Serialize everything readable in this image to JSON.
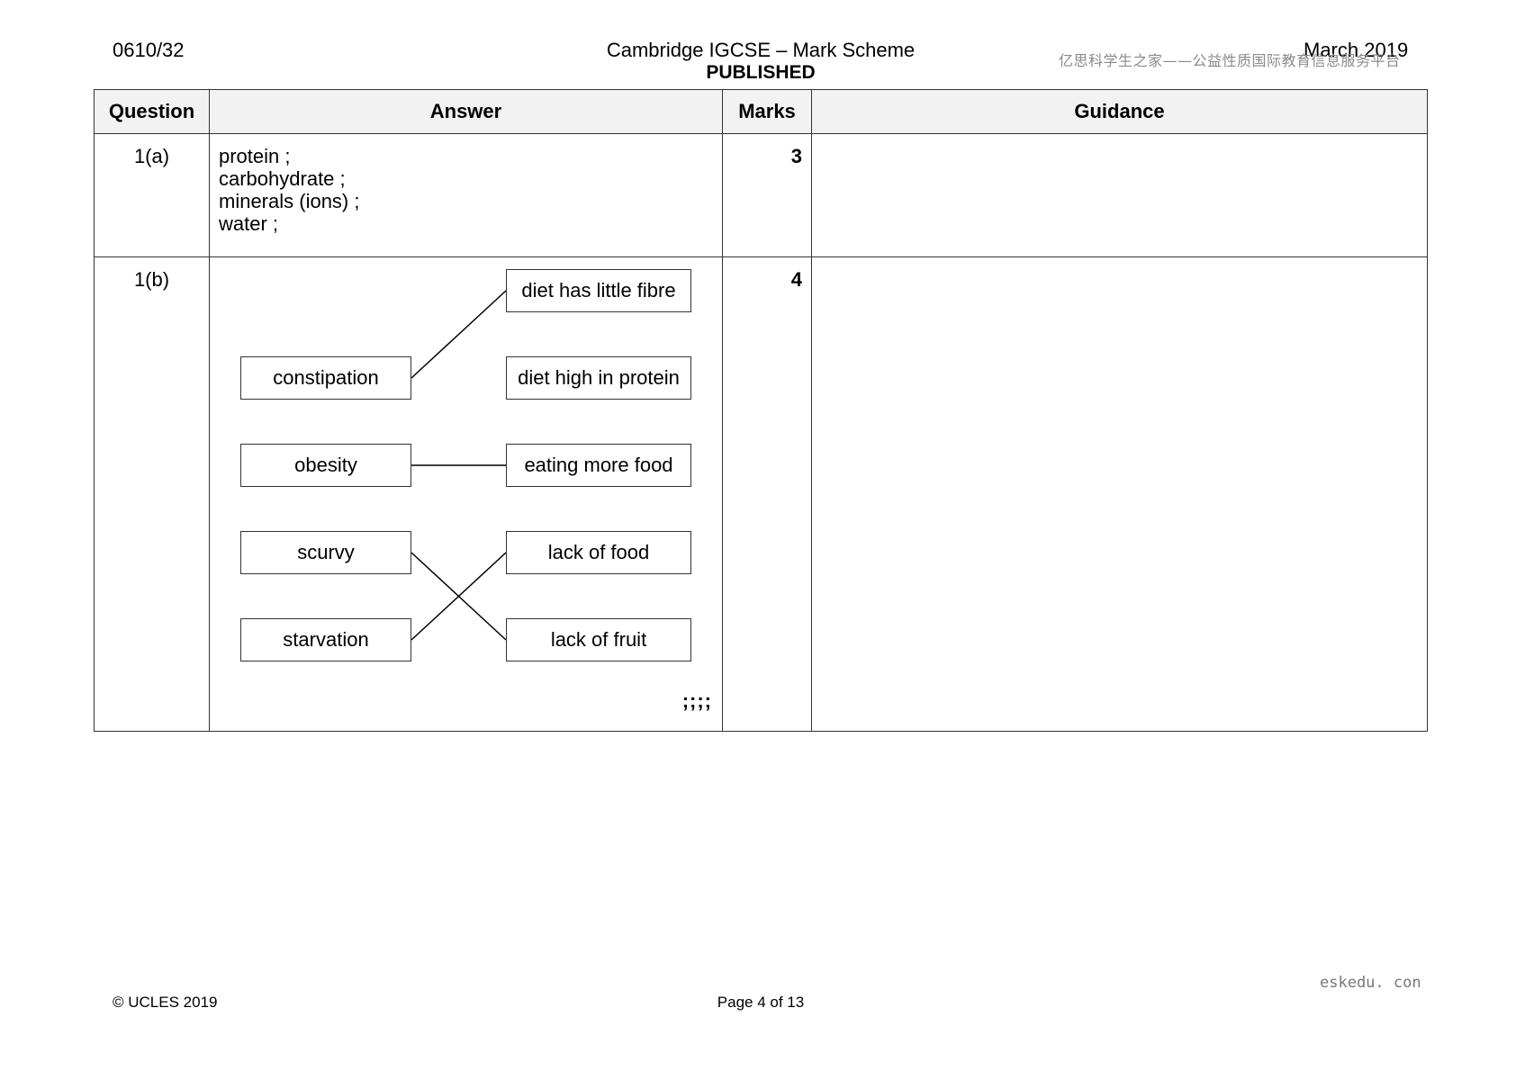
{
  "header": {
    "paper_code": "0610/32",
    "title": "Cambridge IGCSE – Mark Scheme",
    "subtitle": "PUBLISHED",
    "date": "March 2019",
    "watermark": "亿思科学生之家——公益性质国际教育信息服务平台"
  },
  "table": {
    "columns": [
      "Question",
      "Answer",
      "Marks",
      "Guidance"
    ],
    "rows": [
      {
        "question": "1(a)",
        "answer_lines": [
          "protein ;",
          "carbohydrate ;",
          "minerals (ions) ;",
          "water ;"
        ],
        "marks": "3",
        "guidance": ""
      },
      {
        "question": "1(b)",
        "marks": "4",
        "guidance": "",
        "matching": {
          "left": [
            "constipation",
            "obesity",
            "scurvy",
            "starvation"
          ],
          "right": [
            "diet has little fibre",
            "diet high in protein",
            "eating more food",
            "lack of food",
            "lack of fruit"
          ],
          "links": [
            {
              "from": "constipation",
              "to": "diet has little fibre"
            },
            {
              "from": "obesity",
              "to": "eating more food"
            },
            {
              "from": "scurvy",
              "to": "lack of fruit"
            },
            {
              "from": "starvation",
              "to": "lack of food"
            }
          ],
          "ticks": ";;;;"
        }
      }
    ]
  },
  "footer": {
    "copyright": "© UCLES 2019",
    "page": "Page 4 of 13",
    "site": "eskedu. con"
  }
}
